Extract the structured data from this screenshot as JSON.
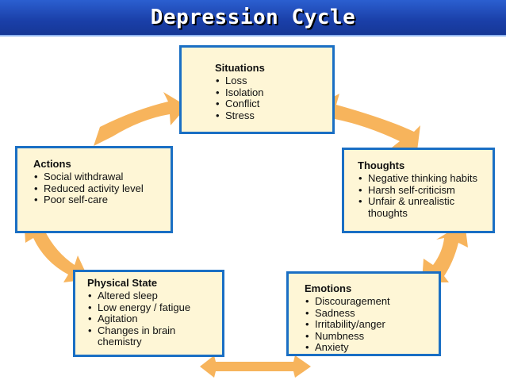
{
  "title": "Depression Cycle",
  "colors": {
    "title_bg": "#1a3fa8",
    "box_fill": "#fef6d6",
    "box_border": "#1a6fc4",
    "arrow": "#f7b45c"
  },
  "boxes": {
    "situations": {
      "heading": "Situations",
      "items": [
        "Loss",
        "Isolation",
        "Conflict",
        "Stress"
      ]
    },
    "thoughts": {
      "heading": "Thoughts",
      "items": [
        "Negative thinking habits",
        "Harsh self-criticism",
        "Unfair & unrealistic thoughts"
      ]
    },
    "emotions": {
      "heading": "Emotions",
      "items": [
        "Discouragement",
        "Sadness",
        "Irritability/anger",
        "Numbness",
        "Anxiety"
      ]
    },
    "physical": {
      "heading": "Physical State",
      "items": [
        "Altered sleep",
        "Low energy / fatigue",
        "Agitation",
        "Changes in brain chemistry"
      ]
    },
    "actions": {
      "heading": "Actions",
      "items": [
        "Social withdrawal",
        "Reduced activity level",
        "Poor self-care"
      ]
    }
  }
}
